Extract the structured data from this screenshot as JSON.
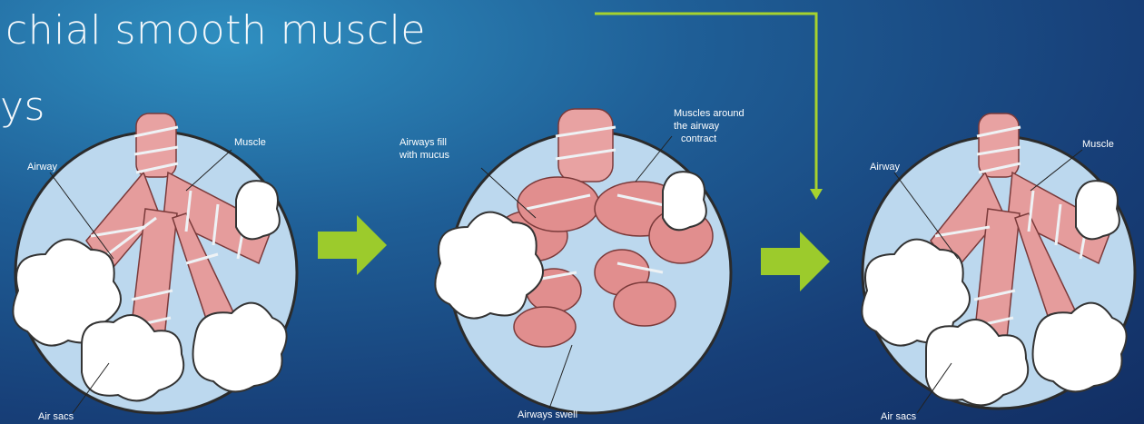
{
  "slide": {
    "title_line_1": "chial smooth muscle",
    "title_line_2": "ys"
  },
  "panels": [
    {
      "name": "normal-airway",
      "labels": {
        "airway": "Airway",
        "muscle": "Muscle",
        "air_sacs": "Air sacs"
      }
    },
    {
      "name": "asthma-airway",
      "labels": {
        "mucus": "Airways fill\nwith mucus",
        "muscles_contract": "Muscles around\nthe airway\ncontract",
        "swell": "Airways swell"
      }
    },
    {
      "name": "relaxed-airway",
      "labels": {
        "airway": "Airway",
        "muscle": "Muscle",
        "air_sacs": "Air sacs"
      }
    }
  ],
  "colors": {
    "arrow": "#9ccb2c",
    "connector": "#a6d22e",
    "circle_fill": "#bcd8ee",
    "airway": "#e59c9c",
    "cloud": "#ffffff"
  }
}
